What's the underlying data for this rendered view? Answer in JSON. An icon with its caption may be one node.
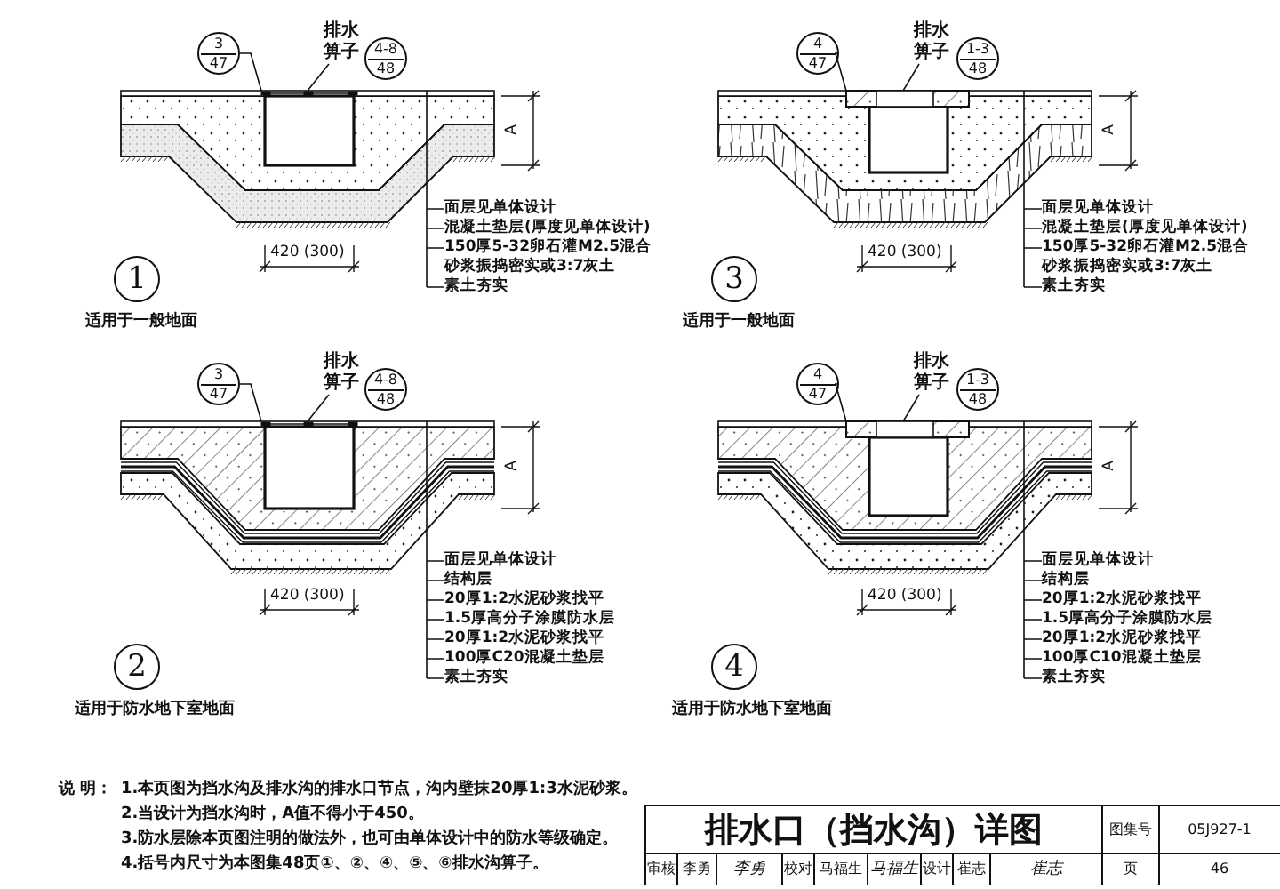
{
  "diagram": {
    "title": "排水口（挡水沟）详图",
    "nodes": [
      {
        "text": [
          "3",
          "47"
        ]
      },
      {
        "text": [
          "排水箅子"
        ]
      },
      {
        "text": [
          "4-8",
          "48"
        ]
      },
      {
        "text": [
          "面层见单体设计",
          "混凝土垫层(厚度见单体设计)",
          "150厚5-32卵石灌M2.5混合砂浆振捣密实或3:7灰土",
          "素土夯实"
        ]
      },
      {
        "text": [
          "1"
        ],
        "beside": [
          "适用于一般地面"
        ]
      },
      {
        "text": [],
        "shape": "bar"
      },
      {
        "text": [],
        "shape": "picture"
      },
      {
        "text": [
          "4",
          "47"
        ]
      },
      {
        "text": [
          "排水箅子"
        ]
      },
      {
        "text": [
          "1-3",
          "48"
        ]
      },
      {
        "text": [
          "面层见单体设计",
          "混凝土垫层(厚度见单体设计)",
          "150厚5-32卵石灌M2.5混合砂浆振捣密实或3:7灰土",
          "素土夯实"
        ]
      },
      {
        "text": [
          "3"
        ],
        "beside": [
          "适用于一般地面"
        ]
      },
      {
        "text": [],
        "shape": "bar"
      },
      {
        "text": [],
        "shape": "picture"
      },
      {
        "text": [
          "3",
          "47"
        ]
      },
      {
        "text": [
          "排水箅子"
        ]
      },
      {
        "text": [
          "4-8",
          "48"
        ]
      },
      {
        "text": [
          "面层见单体设计",
          "结构层",
          "20厚1:2水泥砂浆找平",
          "1.5厚高分子涂膜防水层",
          "20厚1:2水泥砂浆找平",
          "100厚C20混凝土垫层",
          "素土夯实"
        ]
      },
      {
        "text": [
          "2"
        ],
        "beside": [
          "适用于防水地下室地面"
        ]
      },
      {
        "text": [],
        "shape": "bar"
      },
      {
        "text": [],
        "shape": "picture"
      },
      {
        "text": [
          "4",
          "47"
        ]
      },
      {
        "text": [
          "排水箅子"
        ]
      },
      {
        "text": [
          "1-3",
          "48"
        ]
      },
      {
        "text": [
          "面层见单体设计",
          "结构层",
          "20厚1:2水泥砂浆找平",
          "1.5厚高分子涂膜防水层",
          "20厚1:2水泥砂浆找平",
          "100厚C10混凝土垫层",
          "素土夯实"
        ]
      },
      {
        "text": [
          "4"
        ],
        "beside": [
          "适用于防水地下室地面"
        ]
      },
      {
        "text": [],
        "shape": "bar"
      },
      {
        "text": [],
        "shape": "picture"
      }
    ],
    "edges": [
      {
        "from": 0,
        "to": 5,
        "arrow": "none"
      },
      {
        "from": 1,
        "to": 5,
        "arrow": "none"
      },
      {
        "from": 3,
        "to": 6,
        "arrow": "none"
      },
      {
        "from": 7,
        "to": 12,
        "arrow": "none"
      },
      {
        "from": 8,
        "to": 12,
        "arrow": "none"
      },
      {
        "from": 10,
        "to": 13,
        "arrow": "none"
      },
      {
        "from": 14,
        "to": 19,
        "arrow": "none"
      },
      {
        "from": 15,
        "to": 19,
        "arrow": "none"
      },
      {
        "from": 17,
        "to": 20,
        "arrow": "none"
      },
      {
        "from": 21,
        "to": 26,
        "arrow": "none"
      },
      {
        "from": 22,
        "to": 26,
        "arrow": "none"
      },
      {
        "from": 24,
        "to": 27,
        "arrow": "none"
      }
    ],
    "labels": [
      "A",
      "420 (300)",
      "A",
      "420 (300)",
      "A",
      "420 (300)",
      "A",
      "420 (300)",
      "说 明：",
      "1.本页图为挡水沟及排水沟的排水口节点，沟内壁抹20厚1:3水泥砂浆。",
      "2.当设计为挡水沟时，A值不得小于450。",
      "3.防水层除本页图注明的做法外，也可由单体设计中的防水等级确定。",
      "4.括号内尺寸为本图集48页①、②、④、⑤、⑥排水沟箅子。",
      "图集号",
      "05J927-1",
      "审核",
      "李勇",
      "李勇",
      "校对",
      "马福生",
      "马福生",
      "设计",
      "崔志",
      "崔志",
      "页",
      "46"
    ]
  }
}
